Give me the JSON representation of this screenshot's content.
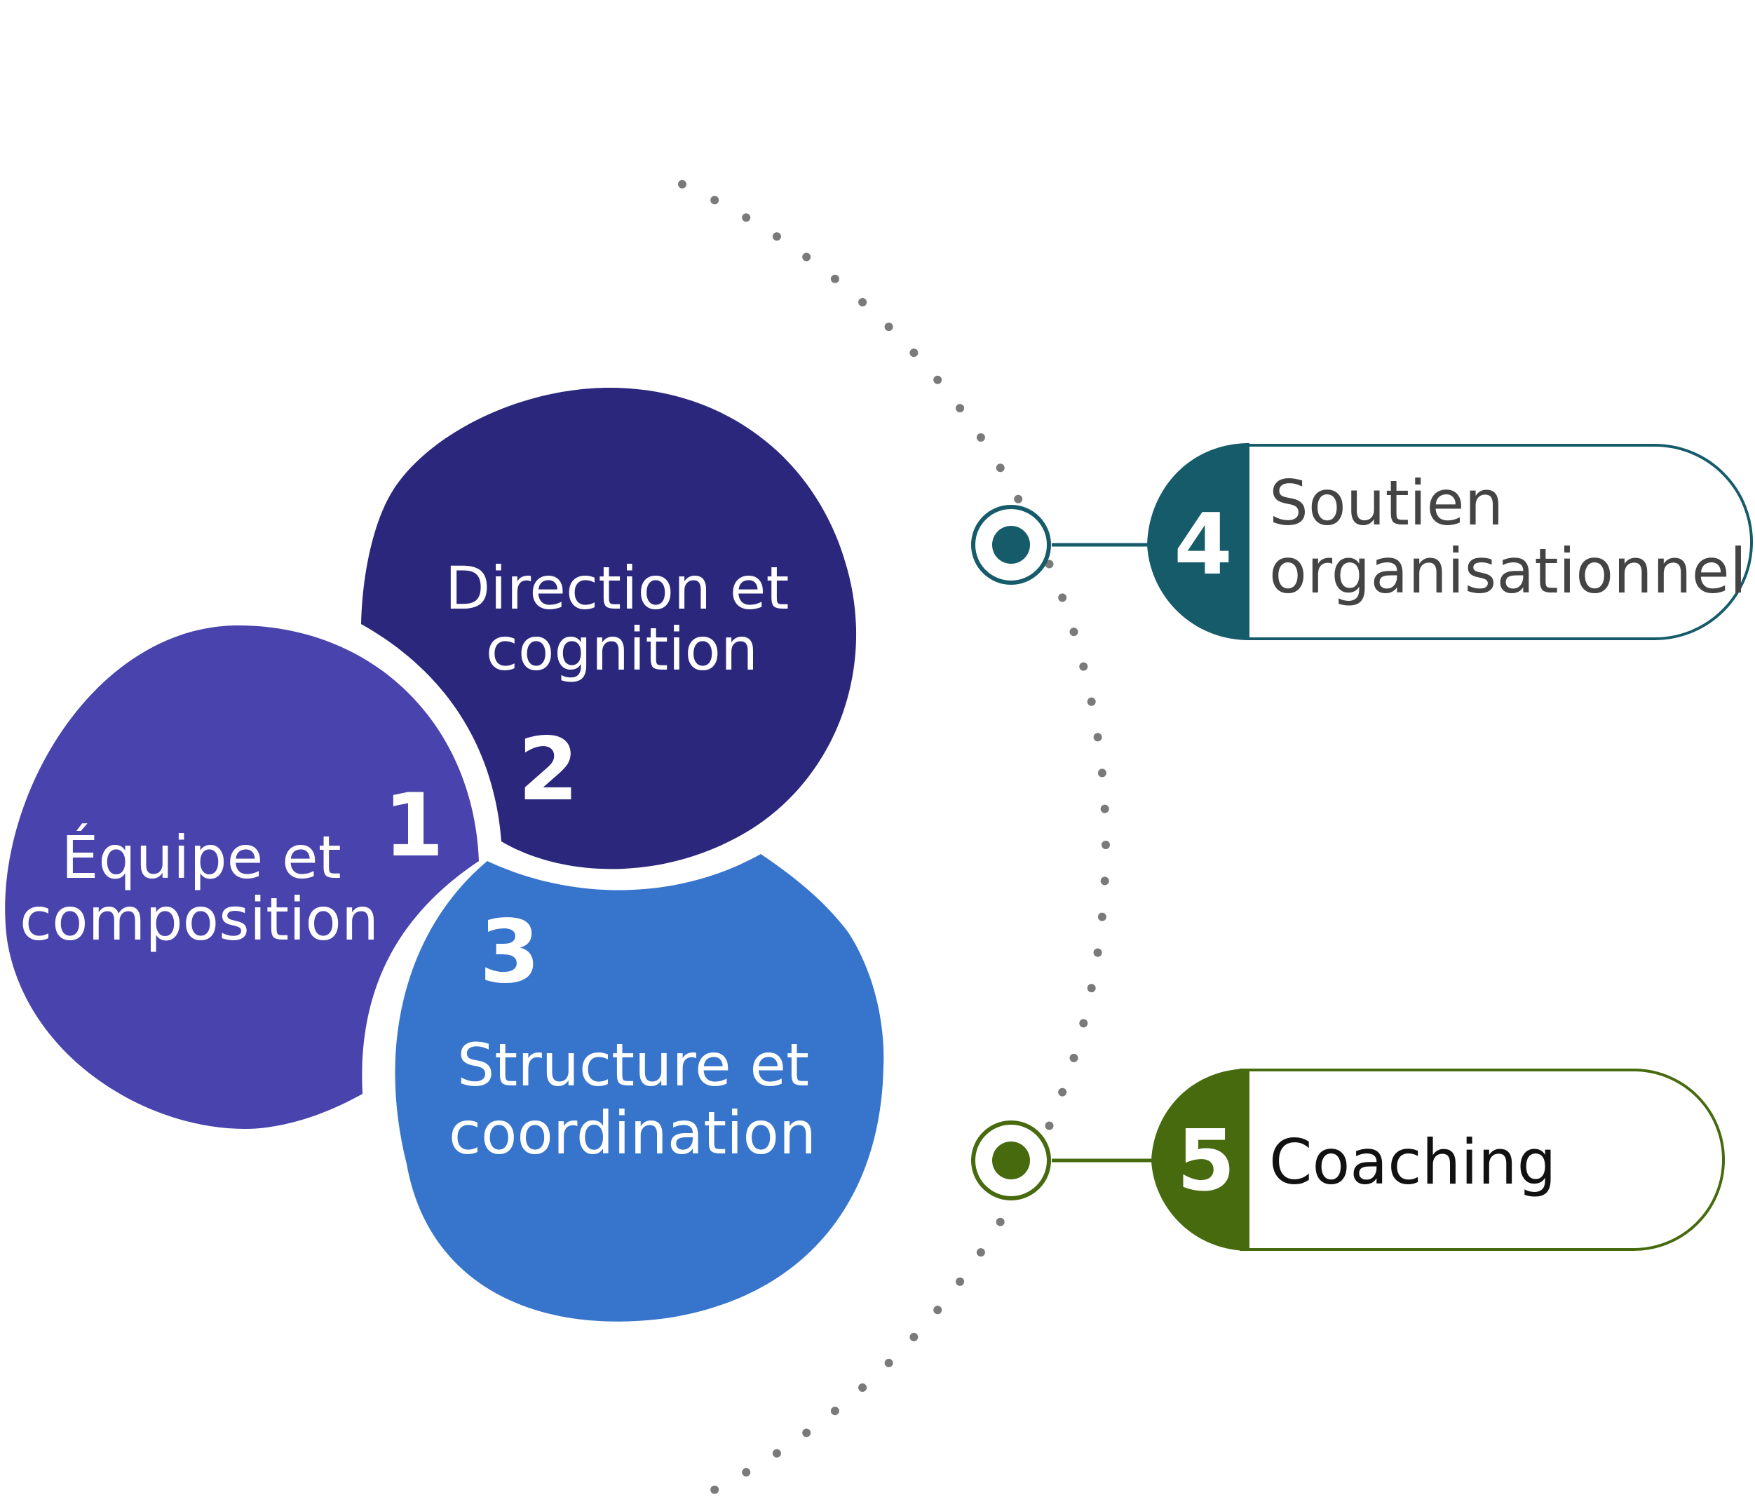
{
  "colors": {
    "blob1": "#4843AD",
    "blob2": "#2A277D",
    "blob3": "#3774CC",
    "teal": "#155B6A",
    "green": "#476A0E",
    "dots": "#7A7A7A",
    "label_dark": "#444444",
    "label_black": "#111111"
  },
  "blobs": [
    {
      "number": "1",
      "line1": "Équipe et",
      "line2": "composition"
    },
    {
      "number": "2",
      "line1": "Direction et",
      "line2": "cognition"
    },
    {
      "number": "3",
      "line1": "Structure et",
      "line2": "coordination"
    }
  ],
  "pills": [
    {
      "number": "4",
      "line1": "Soutien",
      "line2": "organisationnel"
    },
    {
      "number": "5",
      "line1": "Coaching"
    }
  ],
  "icons": [
    "target-node-icon",
    "target-node-icon"
  ]
}
